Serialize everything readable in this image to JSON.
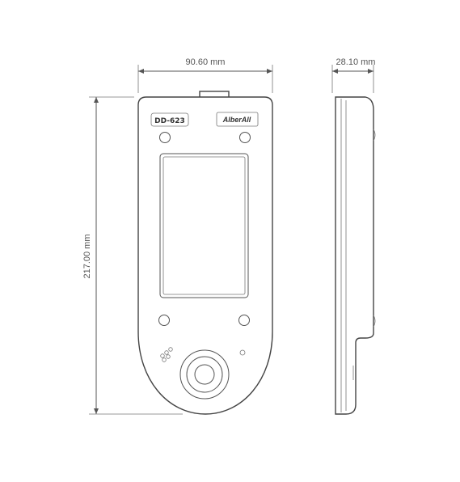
{
  "dimensions": {
    "width": "90.60 mm",
    "height": "217.00 mm",
    "depth": "28.10 mm"
  },
  "device": {
    "model_label": "DD-623",
    "brand_label": "AlberAll"
  }
}
